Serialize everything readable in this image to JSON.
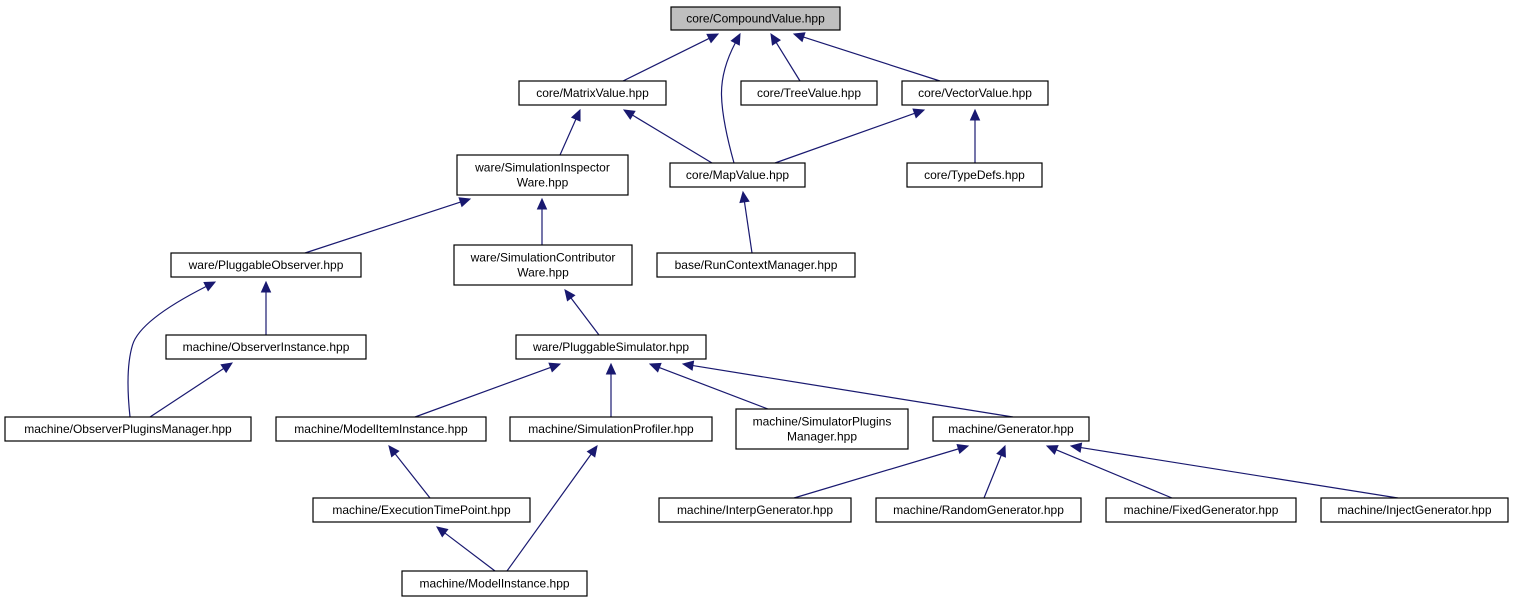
{
  "graph": {
    "nodes": {
      "compound": [
        "core/CompoundValue.hpp"
      ],
      "matrix": [
        "core/MatrixValue.hpp"
      ],
      "tree": [
        "core/TreeValue.hpp"
      ],
      "vector": [
        "core/VectorValue.hpp"
      ],
      "siminspector": [
        "ware/SimulationInspector",
        "Ware.hpp"
      ],
      "map": [
        "core/MapValue.hpp"
      ],
      "typedefs": [
        "core/TypeDefs.hpp"
      ],
      "plugobserver": [
        "ware/PluggableObserver.hpp"
      ],
      "simcontrib": [
        "ware/SimulationContributor",
        "Ware.hpp"
      ],
      "runctx": [
        "base/RunContextManager.hpp"
      ],
      "obsinstance": [
        "machine/ObserverInstance.hpp"
      ],
      "plugsim": [
        "ware/PluggableSimulator.hpp"
      ],
      "obsplugins": [
        "machine/ObserverPluginsManager.hpp"
      ],
      "modelitem": [
        "machine/ModelItemInstance.hpp"
      ],
      "simprofiler": [
        "machine/SimulationProfiler.hpp"
      ],
      "simplugins": [
        "machine/SimulatorPlugins",
        "Manager.hpp"
      ],
      "generator": [
        "machine/Generator.hpp"
      ],
      "exectime": [
        "machine/ExecutionTimePoint.hpp"
      ],
      "interp": [
        "machine/InterpGenerator.hpp"
      ],
      "random": [
        "machine/RandomGenerator.hpp"
      ],
      "fixed": [
        "machine/FixedGenerator.hpp"
      ],
      "inject": [
        "machine/InjectGenerator.hpp"
      ],
      "modelinstance": [
        "machine/ModelInstance.hpp"
      ]
    },
    "edges": [
      [
        "matrix",
        "compound"
      ],
      [
        "map",
        "compound"
      ],
      [
        "tree",
        "compound"
      ],
      [
        "vector",
        "compound"
      ],
      [
        "siminspector",
        "matrix"
      ],
      [
        "map",
        "matrix"
      ],
      [
        "map",
        "vector"
      ],
      [
        "typedefs",
        "vector"
      ],
      [
        "plugobserver",
        "siminspector"
      ],
      [
        "simcontrib",
        "siminspector"
      ],
      [
        "runctx",
        "map"
      ],
      [
        "obsinstance",
        "plugobserver"
      ],
      [
        "obsplugins",
        "plugobserver"
      ],
      [
        "plugsim",
        "simcontrib"
      ],
      [
        "obsplugins",
        "obsinstance"
      ],
      [
        "modelitem",
        "plugsim"
      ],
      [
        "simprofiler",
        "plugsim"
      ],
      [
        "simplugins",
        "plugsim"
      ],
      [
        "generator",
        "plugsim"
      ],
      [
        "exectime",
        "modelitem"
      ],
      [
        "modelinstance",
        "simprofiler"
      ],
      [
        "interp",
        "generator"
      ],
      [
        "random",
        "generator"
      ],
      [
        "fixed",
        "generator"
      ],
      [
        "inject",
        "generator"
      ],
      [
        "modelinstance",
        "exectime"
      ]
    ]
  }
}
